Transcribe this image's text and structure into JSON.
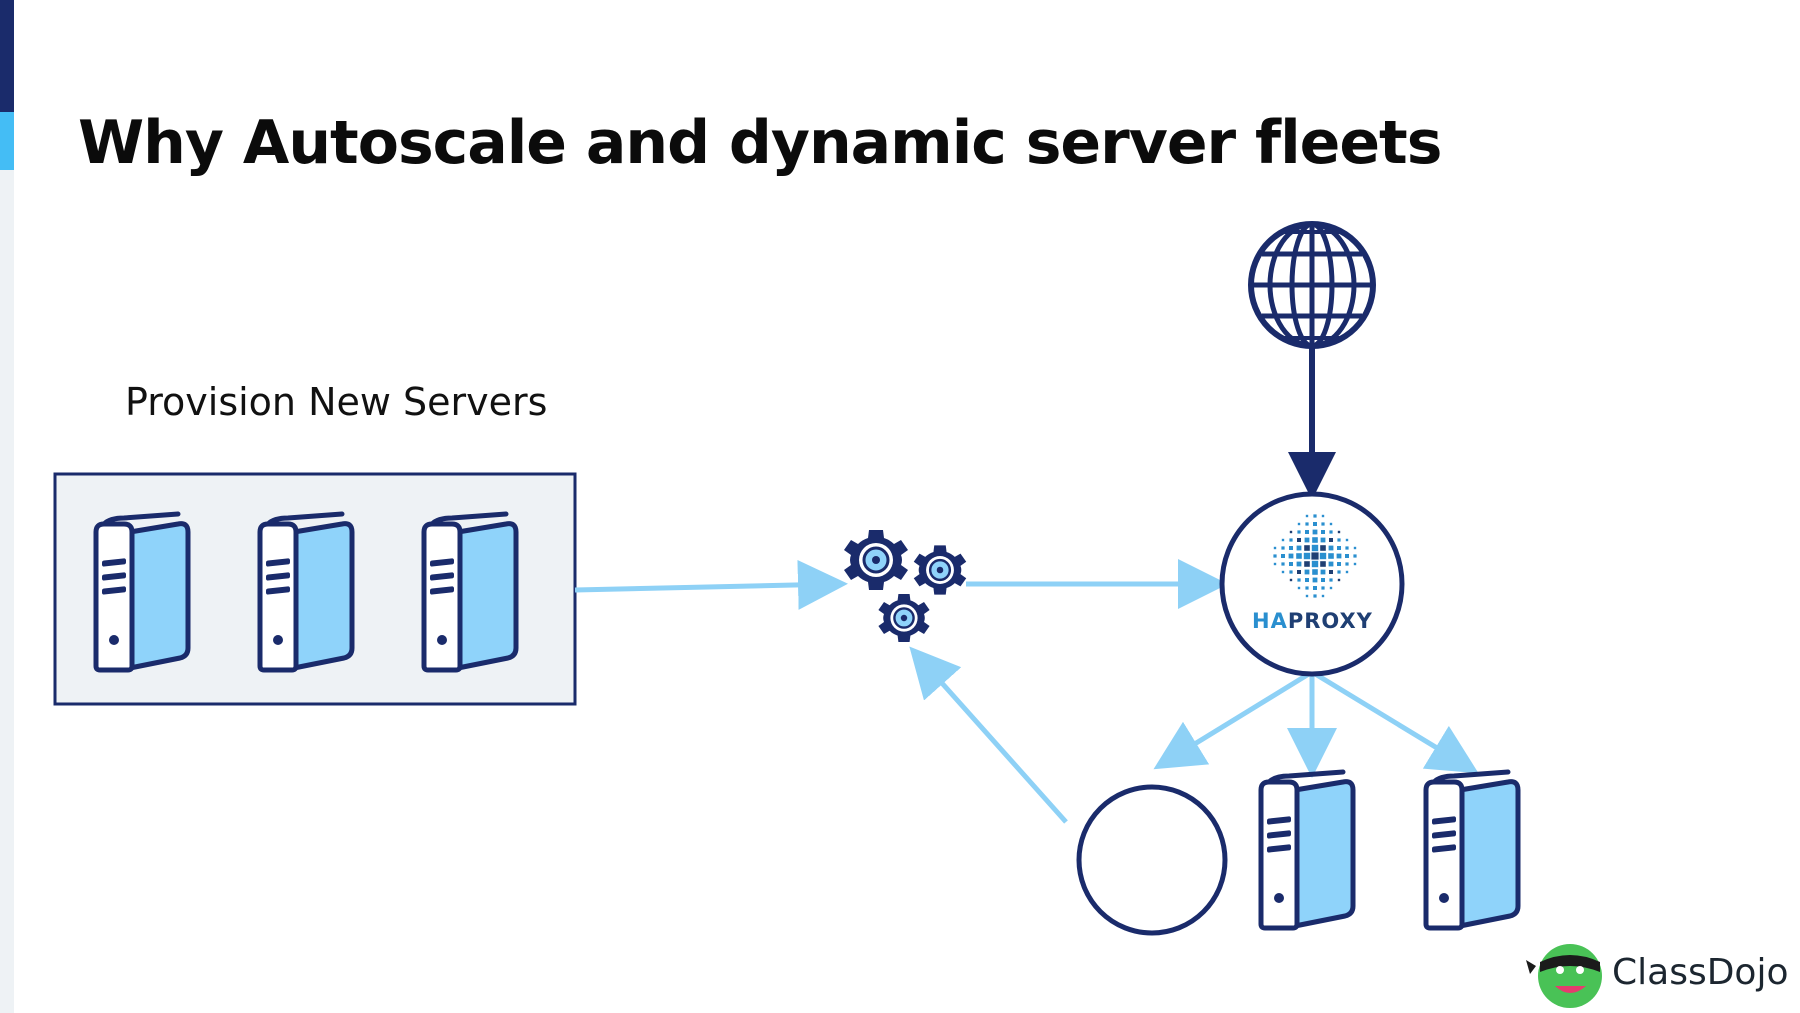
{
  "slide": {
    "title": "Why Autoscale and dynamic server fleets",
    "provision_label": "Provision New Servers"
  },
  "diagram": {
    "haproxy": {
      "text_a": "HA",
      "text_b": "PROXY"
    },
    "brand_name": "ClassDojo",
    "icons": [
      "server-icon",
      "gears-icon",
      "globe-icon",
      "haproxy-logo",
      "classdojo-logo"
    ]
  },
  "colors": {
    "navy": "#1a2b6b",
    "light_blue": "#8fd3fa",
    "arrow_light": "#8ed1f6",
    "box_fill": "#eef2f5",
    "haproxy_blue": "#2a8fcf",
    "haproxy_navy": "#1f3f73"
  }
}
